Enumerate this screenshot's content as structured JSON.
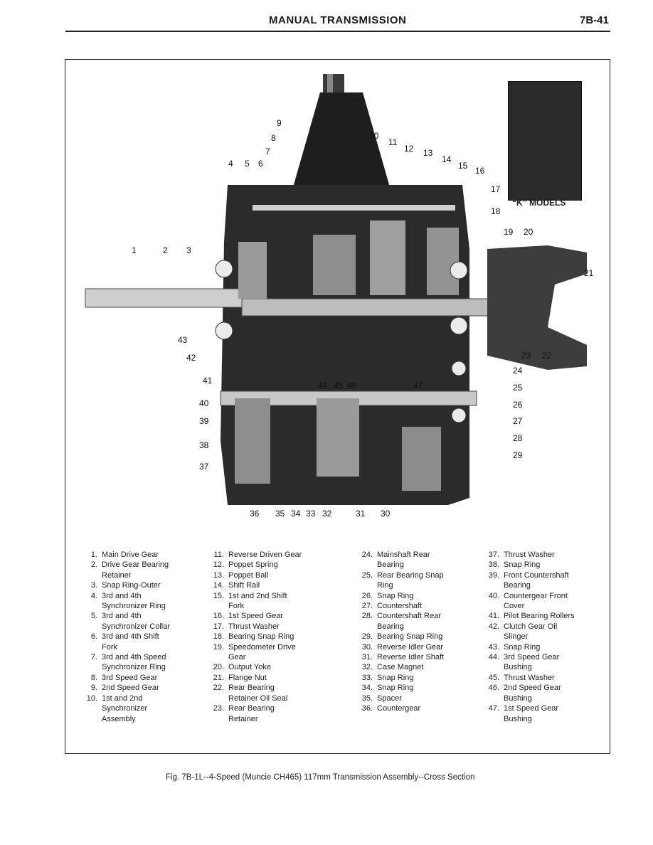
{
  "header": {
    "title": "MANUAL TRANSMISSION",
    "page_number": "7B-41"
  },
  "figure": {
    "inset_label": "“K” MODELS",
    "callouts": [
      "1",
      "2",
      "3",
      "4",
      "5",
      "6",
      "7",
      "8",
      "9",
      "10",
      "11",
      "12",
      "13",
      "14",
      "15",
      "16",
      "17",
      "18",
      "19",
      "20",
      "21",
      "22",
      "23",
      "24",
      "25",
      "26",
      "27",
      "28",
      "29",
      "30",
      "31",
      "32",
      "33",
      "34",
      "35",
      "36",
      "37",
      "38",
      "39",
      "40",
      "41",
      "42",
      "43",
      "44",
      "45",
      "46",
      "47"
    ]
  },
  "legend": {
    "col1": [
      {
        "num": "1.",
        "text": "Main Drive Gear"
      },
      {
        "num": "2.",
        "text": "Drive Gear Bearing\nRetainer"
      },
      {
        "num": "3.",
        "text": "Snap Ring-Outer"
      },
      {
        "num": "4.",
        "text": "3rd and 4th\nSynchronizer Ring"
      },
      {
        "num": "5.",
        "text": "3rd and 4th\nSynchronizer Collar"
      },
      {
        "num": "6.",
        "text": "3rd and 4th Shift\nFork"
      },
      {
        "num": "7.",
        "text": "3rd and 4th Speed\nSynchronizer Ring"
      },
      {
        "num": "8.",
        "text": "3rd Speed Gear"
      },
      {
        "num": "9.",
        "text": "2nd Speed Gear"
      },
      {
        "num": "10.",
        "text": "1st and 2nd\nSynchronizer\nAssembly"
      }
    ],
    "col2": [
      {
        "num": "11.",
        "text": "Reverse Driven Gear"
      },
      {
        "num": "12.",
        "text": "Poppet Spring"
      },
      {
        "num": "13.",
        "text": "Poppet Ball"
      },
      {
        "num": "14.",
        "text": "Shift Rail"
      },
      {
        "num": "15.",
        "text": "1st and 2nd Shift\nFork"
      },
      {
        "num": "16.",
        "text": "1st Speed Gear"
      },
      {
        "num": "17.",
        "text": "Thrust Washer"
      },
      {
        "num": "18.",
        "text": "Bearing Snap Ring"
      },
      {
        "num": "19.",
        "text": "Speedometer Drive\nGear"
      },
      {
        "num": "20.",
        "text": "Output Yoke"
      },
      {
        "num": "21.",
        "text": "Flange Nut"
      },
      {
        "num": "22.",
        "text": "Rear Bearing\nRetainer Oil Seal"
      },
      {
        "num": "23.",
        "text": "Rear Bearing\nRetainer"
      }
    ],
    "col3": [
      {
        "num": "24.",
        "text": "Mainshaft Rear\nBearing"
      },
      {
        "num": "25.",
        "text": "Rear Bearing Snap\nRing"
      },
      {
        "num": "26.",
        "text": "Snap Ring"
      },
      {
        "num": "27.",
        "text": "Countershaft"
      },
      {
        "num": "28.",
        "text": "Countershaft Rear\nBearing"
      },
      {
        "num": "29.",
        "text": "Bearing Snap Ring"
      },
      {
        "num": "30.",
        "text": "Reverse Idler Gear"
      },
      {
        "num": "31.",
        "text": "Reverse Idler Shaft"
      },
      {
        "num": "32.",
        "text": "Case Magnet"
      },
      {
        "num": "33.",
        "text": "Snap Ring"
      },
      {
        "num": "34.",
        "text": "Snap Ring"
      },
      {
        "num": "35.",
        "text": "Spacer"
      },
      {
        "num": "36.",
        "text": "Countergear"
      }
    ],
    "col4": [
      {
        "num": "37.",
        "text": "Thrust Washer"
      },
      {
        "num": "38.",
        "text": "Snap Ring"
      },
      {
        "num": "39.",
        "text": "Front Countershaft\nBearing"
      },
      {
        "num": "40.",
        "text": "Countergear Front\nCover"
      },
      {
        "num": "41.",
        "text": "Pilot Bearing Rollers"
      },
      {
        "num": "42.",
        "text": "Clutch Gear Oil\nSlinger"
      },
      {
        "num": "43.",
        "text": "Snap Ring"
      },
      {
        "num": "44.",
        "text": "3rd Speed Gear\nBushing"
      },
      {
        "num": "45.",
        "text": "Thrust Washer"
      },
      {
        "num": "46.",
        "text": "2nd Speed Gear\nBushing"
      },
      {
        "num": "47.",
        "text": "1st Speed Gear\nBushing"
      }
    ]
  },
  "caption": "Fig. 7B-1L--4-Speed (Muncie CH465) 117mm Transmission Assembly--Cross Section"
}
